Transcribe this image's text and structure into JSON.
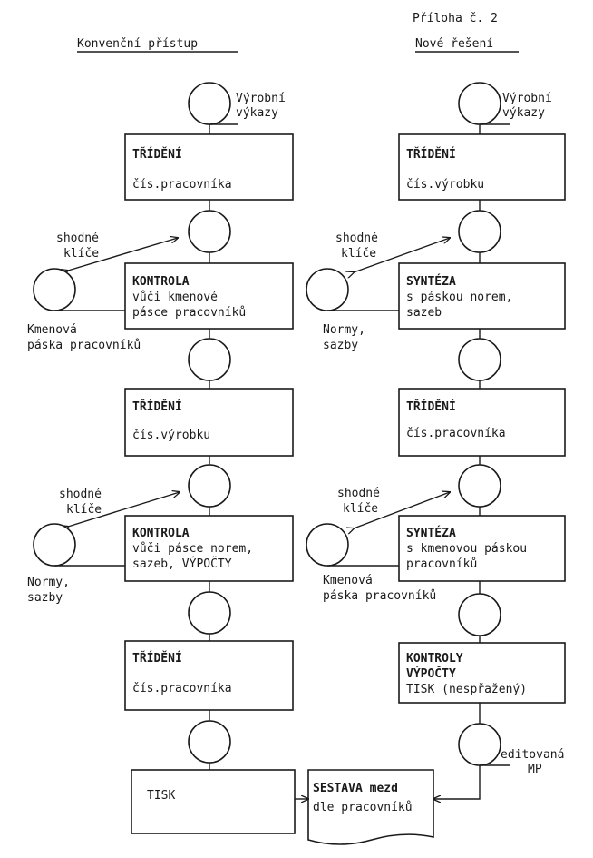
{
  "attachment_label": "Příloha č. 2",
  "columns": {
    "left_heading": "Konvenční přístup",
    "right_heading": "Nové řešení"
  },
  "left": {
    "input_label_1": "Výrobní",
    "input_label_2": "výkazy",
    "box1_title": "TŘÍDĚNÍ",
    "box1_sub": "čís.pracovníka",
    "keys1_a": "shodné",
    "keys1_b": "klíče",
    "box2_line1": "KONTROLA",
    "box2_line2": "vůči kmenové",
    "box2_line3": "pásce pracovníků",
    "tape1_a": "Kmenová",
    "tape1_b": "páska pracovníků",
    "box3_title": "TŘÍDĚNÍ",
    "box3_sub": "čís.výrobku",
    "keys2_a": "shodné",
    "keys2_b": "klíče",
    "box4_line1": "KONTROLA",
    "box4_line2": "vůči pásce norem,",
    "box4_line3": "sazeb, VÝPOČTY",
    "tape2_a": "Normy,",
    "tape2_b": "sazby",
    "box5_title": "TŘÍDĚNÍ",
    "box5_sub": "čís.pracovníka",
    "box6": "TISK"
  },
  "right": {
    "input_label_1": "Výrobní",
    "input_label_2": "výkazy",
    "box1_title": "TŘÍDĚNÍ",
    "box1_sub": "čís.výrobku",
    "keys1_a": "shodné",
    "keys1_b": "klíče",
    "box2_line1": "SYNTÉZA",
    "box2_line2": "s páskou norem,",
    "box2_line3": "sazeb",
    "tape1_a": "Normy,",
    "tape1_b": "sazby",
    "box3_title": "TŘÍDĚNÍ",
    "box3_sub": "čís.pracovníka",
    "keys2_a": "shodné",
    "keys2_b": "klíče",
    "box4_line1": "SYNTÉZA",
    "box4_line2": "s kmenovou páskou",
    "box4_line3": "pracovníků",
    "tape2_a": "Kmenová",
    "tape2_b": "páska pracovníků",
    "box5_line1": "KONTROLY",
    "box5_line2": "VÝPOČTY",
    "box5_line3": "TISK (nespřažený)",
    "output_label_1": "editovaná",
    "output_label_2": "MP"
  },
  "report": {
    "line1": "SESTAVA mezd",
    "line2": "dle pracovníků"
  }
}
